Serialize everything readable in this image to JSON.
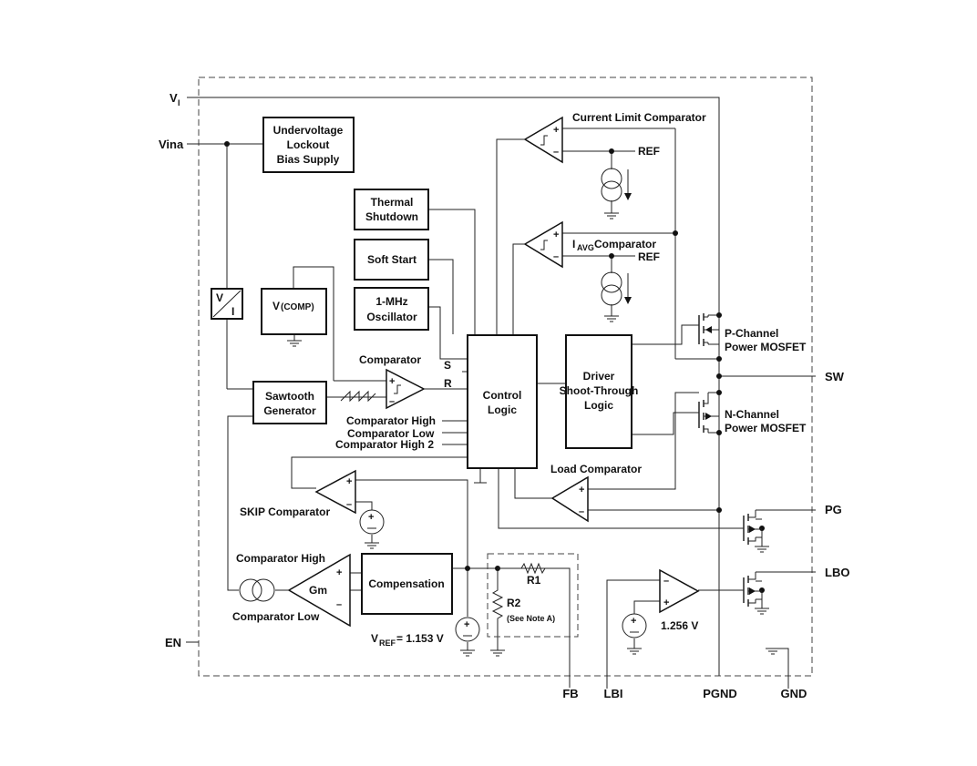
{
  "pins": {
    "vi": "V",
    "vi_sub": "I",
    "vina": "Vina",
    "en": "EN",
    "sw": "SW",
    "pg": "PG",
    "lbo": "LBO",
    "fb": "FB",
    "lbi": "LBI",
    "pgnd": "PGND",
    "gnd": "GND"
  },
  "blocks": {
    "uvlo": [
      "Undervoltage",
      "Lockout",
      "Bias Supply"
    ],
    "thermal": [
      "Thermal",
      "Shutdown"
    ],
    "soft_start": "Soft Start",
    "oscillator": [
      "1-MHz",
      "Oscillator"
    ],
    "vcomp_main": "V",
    "vcomp_sub": "(COMP)",
    "vi_conv_v": "V",
    "vi_conv_i": "I",
    "sawtooth": [
      "Sawtooth",
      "Generator"
    ],
    "control": [
      "Control",
      "Logic"
    ],
    "driver": [
      "Driver",
      "Shoot-Through",
      "Logic"
    ],
    "compensation": "Compensation",
    "gm": "Gm"
  },
  "labels": {
    "current_limit": "Current Limit Comparator",
    "iavg_i": "I",
    "iavg_sub": "AVG",
    "iavg_rest": " Comparator",
    "ref1": "REF",
    "ref2": "REF",
    "p_channel": [
      "P-Channel",
      "Power MOSFET"
    ],
    "n_channel": [
      "N-Channel",
      "Power MOSFET"
    ],
    "comparator": "Comparator",
    "s": "S",
    "r": "R",
    "comp_high": "Comparator High",
    "comp_low": "Comparator Low",
    "comp_high2": "Comparator High 2",
    "load_comparator": "Load Comparator",
    "skip_comparator": "SKIP Comparator",
    "gm_comp_high": "Comparator High",
    "gm_comp_low": "Comparator Low",
    "r1": "R1",
    "r2": "R2",
    "note_a": "(See Note A)",
    "vref_v": "V",
    "vref_sub": "REF",
    "vref_rest": " = 1.153 V",
    "v1256": "1.256 V"
  }
}
